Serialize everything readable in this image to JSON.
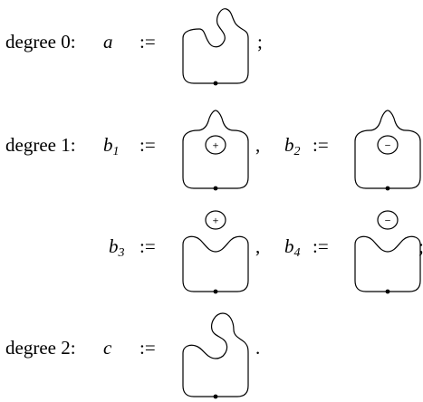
{
  "rows": [
    {
      "label": "degree 0:",
      "items": [
        {
          "var": "a",
          "sub": "",
          "assign": ":=",
          "punct": ";",
          "sign": ""
        }
      ]
    },
    {
      "label": "degree 1:",
      "items": [
        {
          "var": "b",
          "sub": "1",
          "assign": ":=",
          "punct": ",",
          "sign": "+"
        },
        {
          "var": "b",
          "sub": "2",
          "assign": ":=",
          "punct": "",
          "sign": "−"
        }
      ]
    },
    {
      "label": "",
      "items": [
        {
          "var": "b",
          "sub": "3",
          "assign": ":=",
          "punct": ",",
          "sign": "+"
        },
        {
          "var": "b",
          "sub": "4",
          "assign": ":=",
          "punct": ";",
          "sign": "−"
        }
      ]
    },
    {
      "label": "degree 2:",
      "items": [
        {
          "var": "c",
          "sub": "",
          "assign": ":=",
          "punct": ".",
          "sign": ""
        }
      ]
    }
  ]
}
